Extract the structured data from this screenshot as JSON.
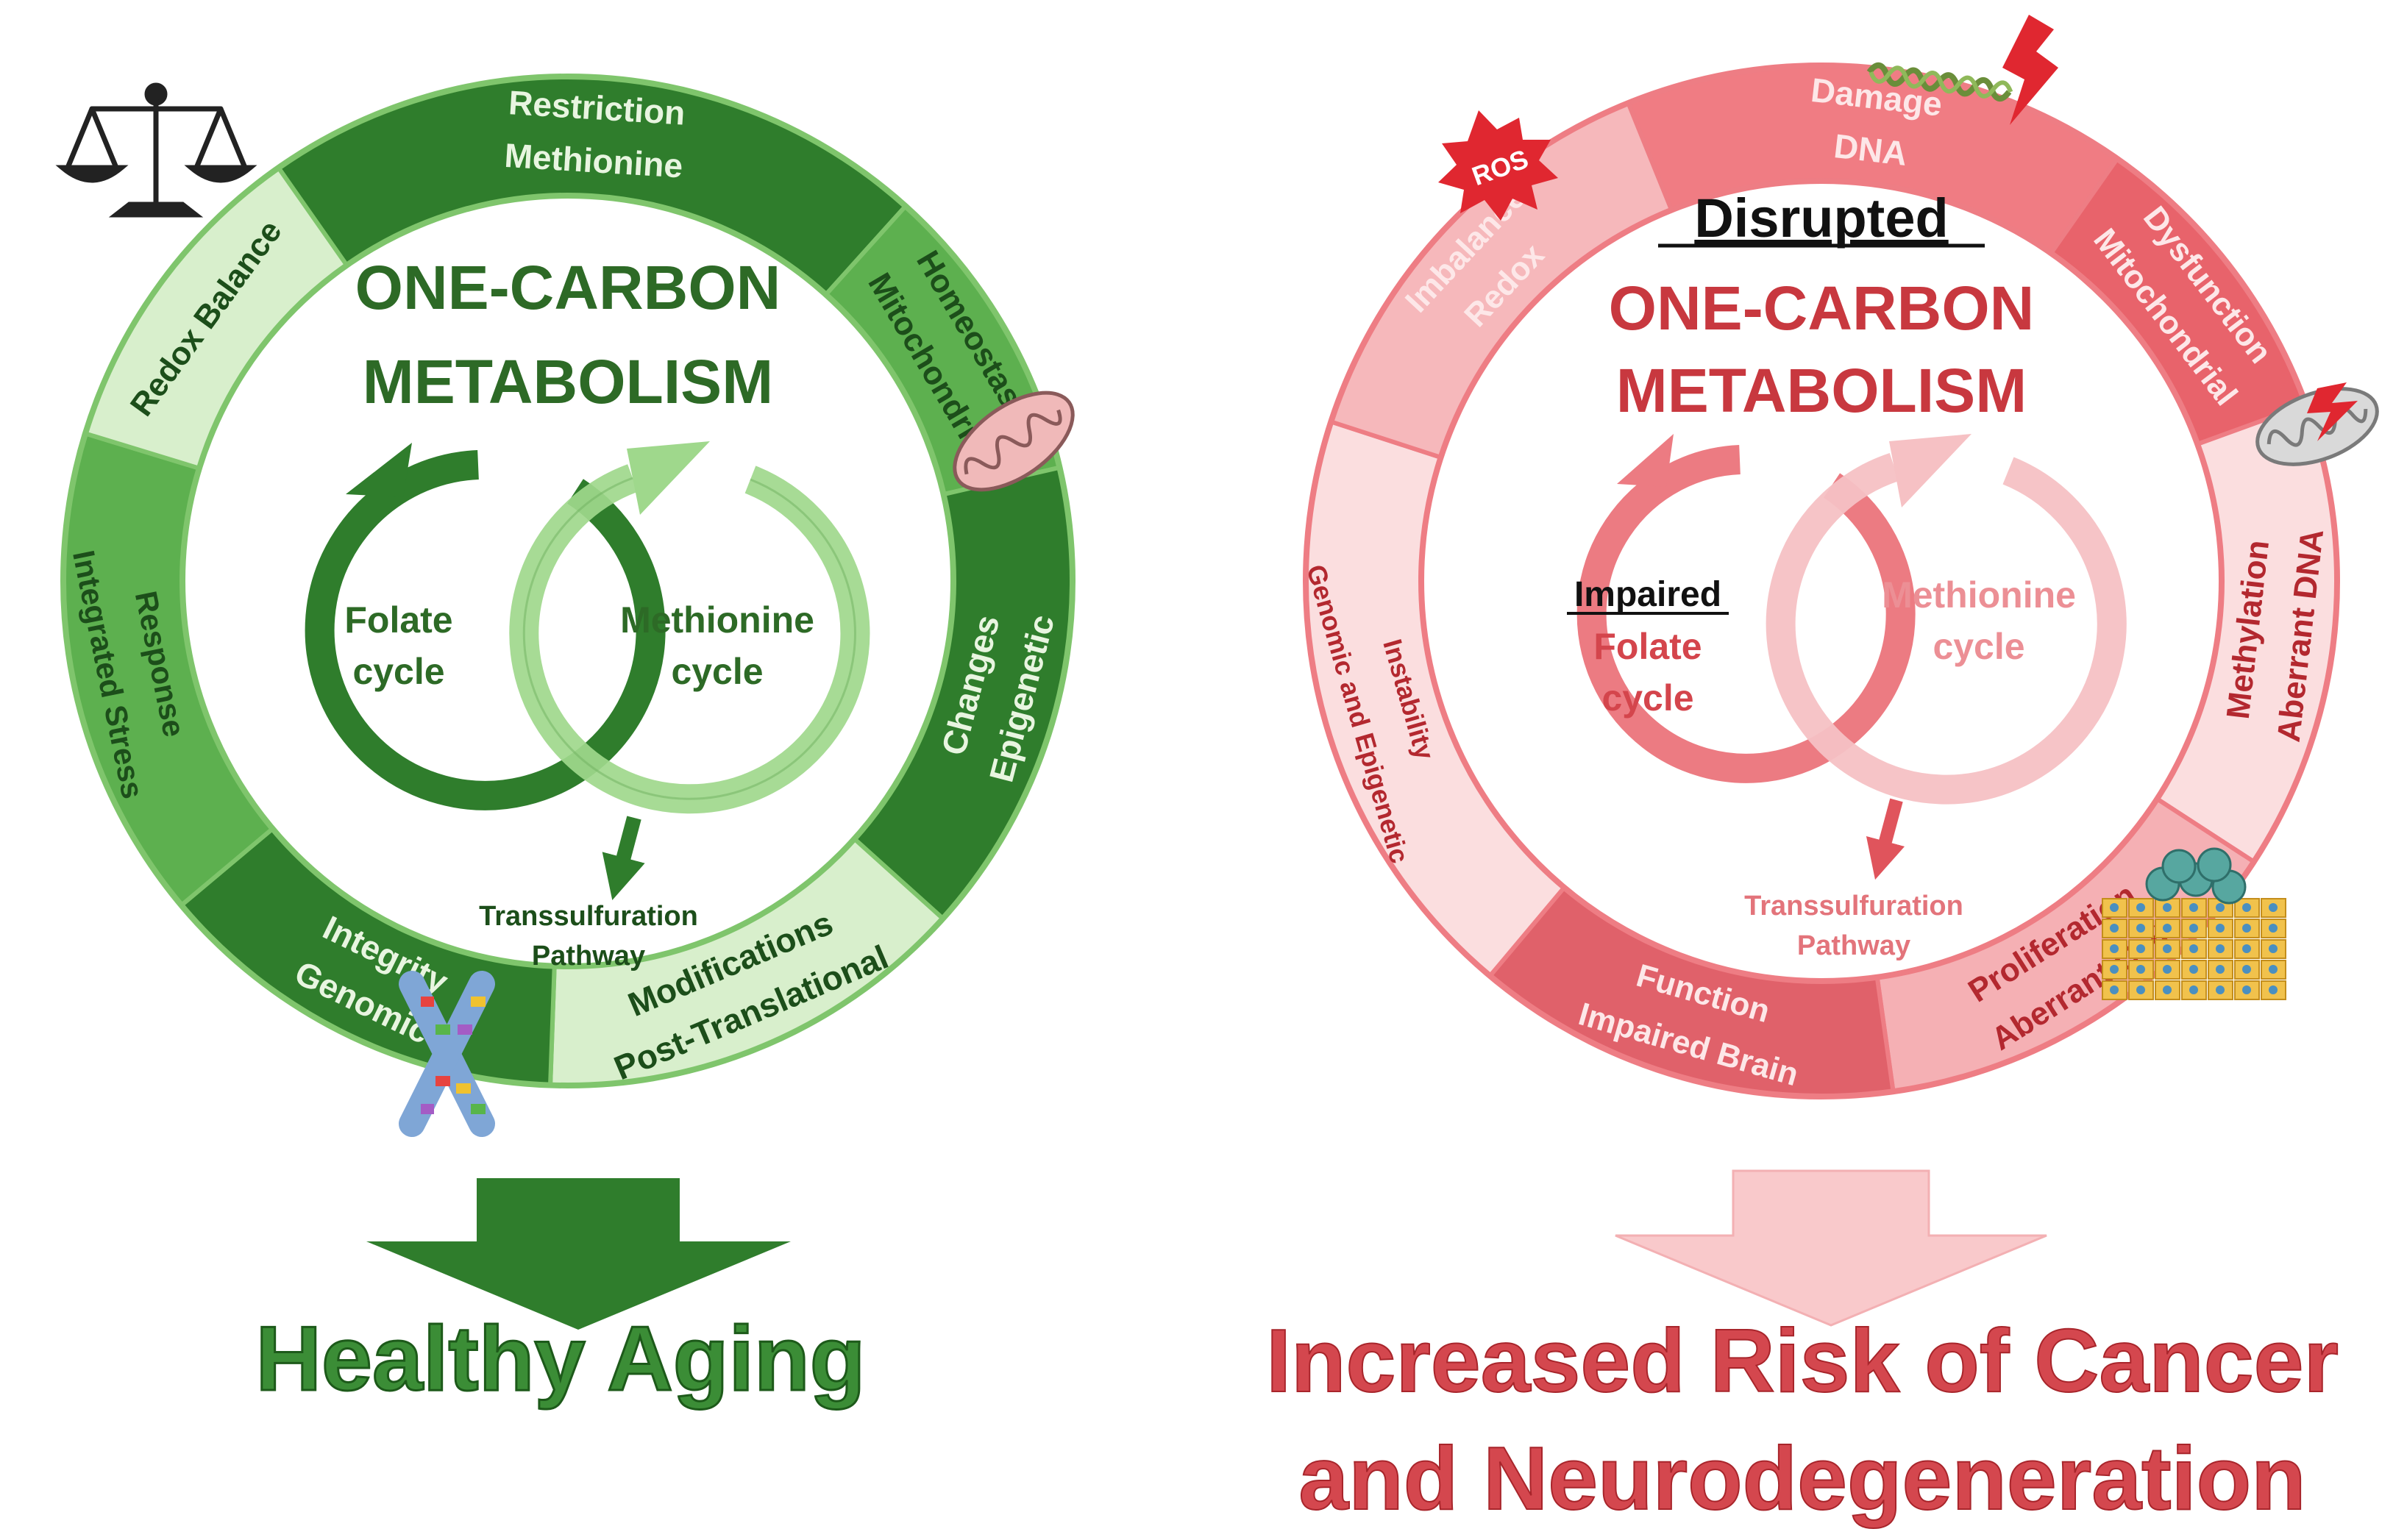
{
  "left": {
    "title_line1": "ONE-CARBON",
    "title_line2": "METABOLISM",
    "cycle_a_line1": "Folate",
    "cycle_a_line2": "cycle",
    "cycle_b_line1": "Methionine",
    "cycle_b_line2": "cycle",
    "pathway_line1": "Transsulfuration",
    "pathway_line2": "Pathway",
    "segments": [
      {
        "id": "methionine-restriction",
        "line1": "Methionine",
        "line2": "Restriction"
      },
      {
        "id": "mitochondrial-homeostasis",
        "line1": "Mitochondrial",
        "line2": "Homeostasis"
      },
      {
        "id": "epigenetic-changes",
        "line1": "Epigenetic",
        "line2": "Changes"
      },
      {
        "id": "post-translational-modifications",
        "line1": "Post-Translational",
        "line2": "Modifications"
      },
      {
        "id": "genomic-integrity",
        "line1": "Genomic",
        "line2": "Integrity"
      },
      {
        "id": "integrated-stress-response",
        "line1": "Integrated Stress",
        "line2": "Response"
      },
      {
        "id": "redox-balance",
        "line1": "Redox Balance",
        "line2": ""
      }
    ],
    "outcome": "Healthy Aging",
    "icons": [
      "balance-scale-icon",
      "mitochondrion-icon",
      "chromosome-icon"
    ],
    "colors": {
      "dark": "#2f7d2c",
      "mid": "#5db04f",
      "light": "#d8efcc",
      "text": "#2d6a26"
    }
  },
  "right": {
    "heading": "Disrupted",
    "title_line1": "ONE-CARBON",
    "title_line2": "METABOLISM",
    "cycle_a_prefix": "Impaired",
    "cycle_a_line1": "Folate",
    "cycle_a_line2": "cycle",
    "cycle_b_line1": "Methionine",
    "cycle_b_line2": "cycle",
    "pathway_line1": "Transsulfuration",
    "pathway_line2": "Pathway",
    "segments": [
      {
        "id": "dna-damage",
        "line1": "DNA",
        "line2": "Damage"
      },
      {
        "id": "mitochondrial-dysfunction",
        "line1": "Mitochondrial",
        "line2": "Dysfunction"
      },
      {
        "id": "aberrant-dna-methylation",
        "line1": "Aberrant DNA",
        "line2": "Methylation"
      },
      {
        "id": "aberrant-cell-proliferation",
        "line1": "Aberrant Cell",
        "line2": "Proliferation"
      },
      {
        "id": "impaired-brain-function",
        "line1": "Impaired Brain",
        "line2": "Function"
      },
      {
        "id": "genomic-epigenetic-instability",
        "line1": "Genomic and Epigenetic",
        "line2": "Instability"
      },
      {
        "id": "redox-imbalance",
        "line1": "Redox",
        "line2": "Imbalance"
      }
    ],
    "ros_label": "ROS",
    "outcome_line1": "Increased Risk of Cancer",
    "outcome_line2": "and Neurodegeneration",
    "icons": [
      "ros-burst-icon",
      "dna-lightning-icon",
      "damaged-mitochondrion-icon",
      "cell-proliferation-icon"
    ],
    "colors": {
      "dark": "#e0616a",
      "mid": "#ef959b",
      "light": "#fbdedf",
      "text": "#c8383f"
    }
  }
}
